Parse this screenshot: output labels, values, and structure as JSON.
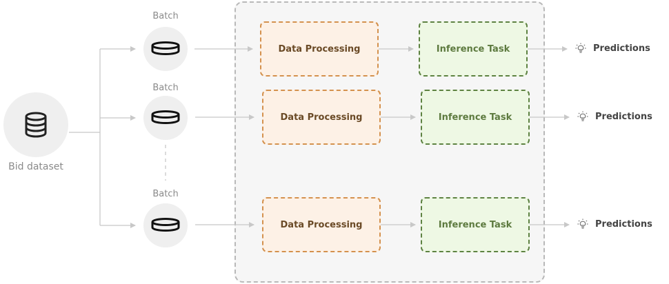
{
  "source": {
    "label": "Bid dataset",
    "icon": "database-icon"
  },
  "batches": [
    {
      "label": "Batch",
      "icon": "batch-disk-icon"
    },
    {
      "label": "Batch",
      "icon": "batch-disk-icon"
    },
    {
      "label": "Batch",
      "icon": "batch-disk-icon"
    }
  ],
  "rows": [
    {
      "processing": "Data Processing",
      "inference": "Inference Task",
      "output": "Predictions",
      "output_icon": "lightbulb-icon"
    },
    {
      "processing": "Data Processing",
      "inference": "Inference Task",
      "output": "Predictions",
      "output_icon": "lightbulb-icon"
    },
    {
      "processing": "Data Processing",
      "inference": "Inference Task",
      "output": "Predictions",
      "output_icon": "lightbulb-icon"
    }
  ],
  "colors": {
    "processing_border": "#d4914d",
    "processing_fill": "#fdf1e6",
    "inference_border": "#5d8241",
    "inference_fill": "#eef8e4",
    "connector": "#c8c8c8"
  }
}
